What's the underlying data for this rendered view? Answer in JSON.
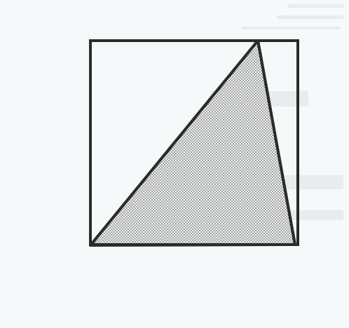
{
  "figure": {
    "description_shape": "square",
    "inner_shape": "triangle",
    "fill_pattern": "dotted",
    "colors": {
      "paper": "#f5f9f9",
      "stroke": "#2b2b2b",
      "dots": "#3a3a3a",
      "bleed": "#c9cfd1"
    }
  }
}
